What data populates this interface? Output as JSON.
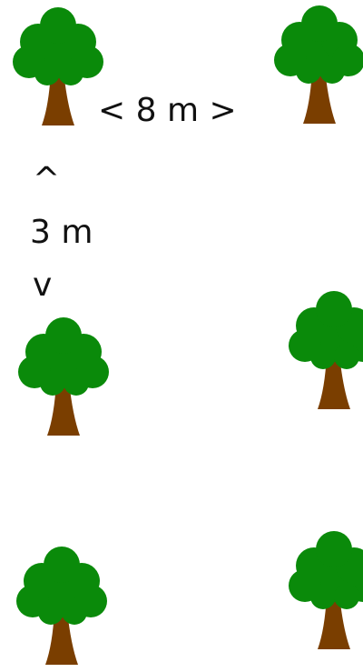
{
  "colors": {
    "foliage": "#0a8a0a",
    "trunk": "#7a3e00",
    "text": "#111111",
    "background": "#ffffff"
  },
  "trees": [
    {
      "icon": "tree-icon"
    },
    {
      "icon": "tree-icon"
    },
    {
      "icon": "tree-icon"
    },
    {
      "icon": "tree-icon"
    },
    {
      "icon": "tree-icon"
    },
    {
      "icon": "tree-icon"
    }
  ],
  "labels": {
    "horizontal_spacing": "< 8 m >",
    "up_arrow": "^",
    "vertical_spacing": "3 m",
    "down_arrow": "v"
  }
}
